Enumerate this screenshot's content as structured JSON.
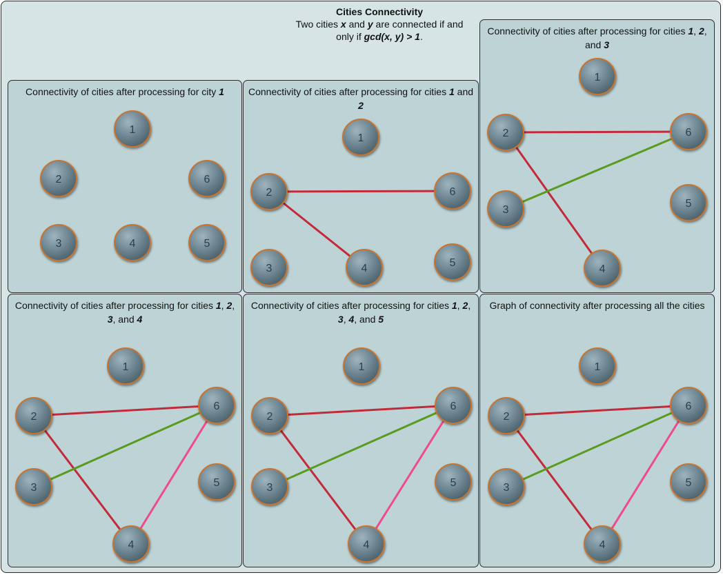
{
  "header": {
    "title": "Cities Connectivity",
    "line1_pre": "Two cities ",
    "var_x": "x",
    "line1_mid": " and ",
    "var_y": "y",
    "line1_post": " are connected if and",
    "line2_pre": "only if ",
    "condition": "gcd(x, y) > 1",
    "line2_post": "."
  },
  "colors": {
    "outer_bg": "#d6e4e6",
    "panel_bg": "#bdd3d6",
    "node_fill": "#6f8894",
    "node_border": "#c8732f",
    "edge_red": "#c22a3a",
    "edge_green": "#5a9a1e",
    "edge_pink": "#ee4a8e"
  },
  "panels": [
    {
      "title_pre": "Connectivity of cities after processing for city ",
      "title_items": [
        "1"
      ],
      "title_and": "",
      "title_last": "",
      "title_post": "",
      "nodes": [
        "1",
        "2",
        "3",
        "4",
        "5",
        "6"
      ],
      "edges": []
    },
    {
      "title_pre": "Connectivity of cities after processing for cities ",
      "title_items": [
        "1"
      ],
      "title_and": " and ",
      "title_last": "2",
      "title_post": "",
      "nodes": [
        "1",
        "2",
        "3",
        "4",
        "5",
        "6"
      ],
      "edges": [
        {
          "from": "2",
          "to": "6",
          "color": "red"
        },
        {
          "from": "2",
          "to": "4",
          "color": "red"
        }
      ]
    },
    {
      "title_pre": "Connectivity of cities after processing for cities ",
      "title_items": [
        "1",
        "2"
      ],
      "title_and": ", and ",
      "title_last": "3",
      "title_post": "",
      "nodes": [
        "1",
        "2",
        "3",
        "4",
        "5",
        "6"
      ],
      "edges": [
        {
          "from": "2",
          "to": "6",
          "color": "red"
        },
        {
          "from": "2",
          "to": "4",
          "color": "red"
        },
        {
          "from": "3",
          "to": "6",
          "color": "green"
        }
      ]
    },
    {
      "title_pre": "Connectivity of cities after processing for cities ",
      "title_items": [
        "1",
        "2",
        "3"
      ],
      "title_and": ", and ",
      "title_last": "4",
      "title_post": "",
      "nodes": [
        "1",
        "2",
        "3",
        "4",
        "5",
        "6"
      ],
      "edges": [
        {
          "from": "2",
          "to": "6",
          "color": "red"
        },
        {
          "from": "2",
          "to": "4",
          "color": "red"
        },
        {
          "from": "3",
          "to": "6",
          "color": "green"
        },
        {
          "from": "4",
          "to": "6",
          "color": "pink"
        }
      ]
    },
    {
      "title_pre": "Connectivity of cities after processing for cities ",
      "title_items": [
        "1",
        "2",
        "3",
        "4"
      ],
      "title_and": ", and ",
      "title_last": "5",
      "title_post": "",
      "nodes": [
        "1",
        "2",
        "3",
        "4",
        "5",
        "6"
      ],
      "edges": [
        {
          "from": "2",
          "to": "6",
          "color": "red"
        },
        {
          "from": "2",
          "to": "4",
          "color": "red"
        },
        {
          "from": "3",
          "to": "6",
          "color": "green"
        },
        {
          "from": "4",
          "to": "6",
          "color": "pink"
        }
      ]
    },
    {
      "title_plain": "Graph of connectivity after processing all the cities",
      "nodes": [
        "1",
        "2",
        "3",
        "4",
        "5",
        "6"
      ],
      "edges": [
        {
          "from": "2",
          "to": "6",
          "color": "red"
        },
        {
          "from": "2",
          "to": "4",
          "color": "red"
        },
        {
          "from": "3",
          "to": "6",
          "color": "green"
        },
        {
          "from": "4",
          "to": "6",
          "color": "pink"
        }
      ]
    }
  ]
}
